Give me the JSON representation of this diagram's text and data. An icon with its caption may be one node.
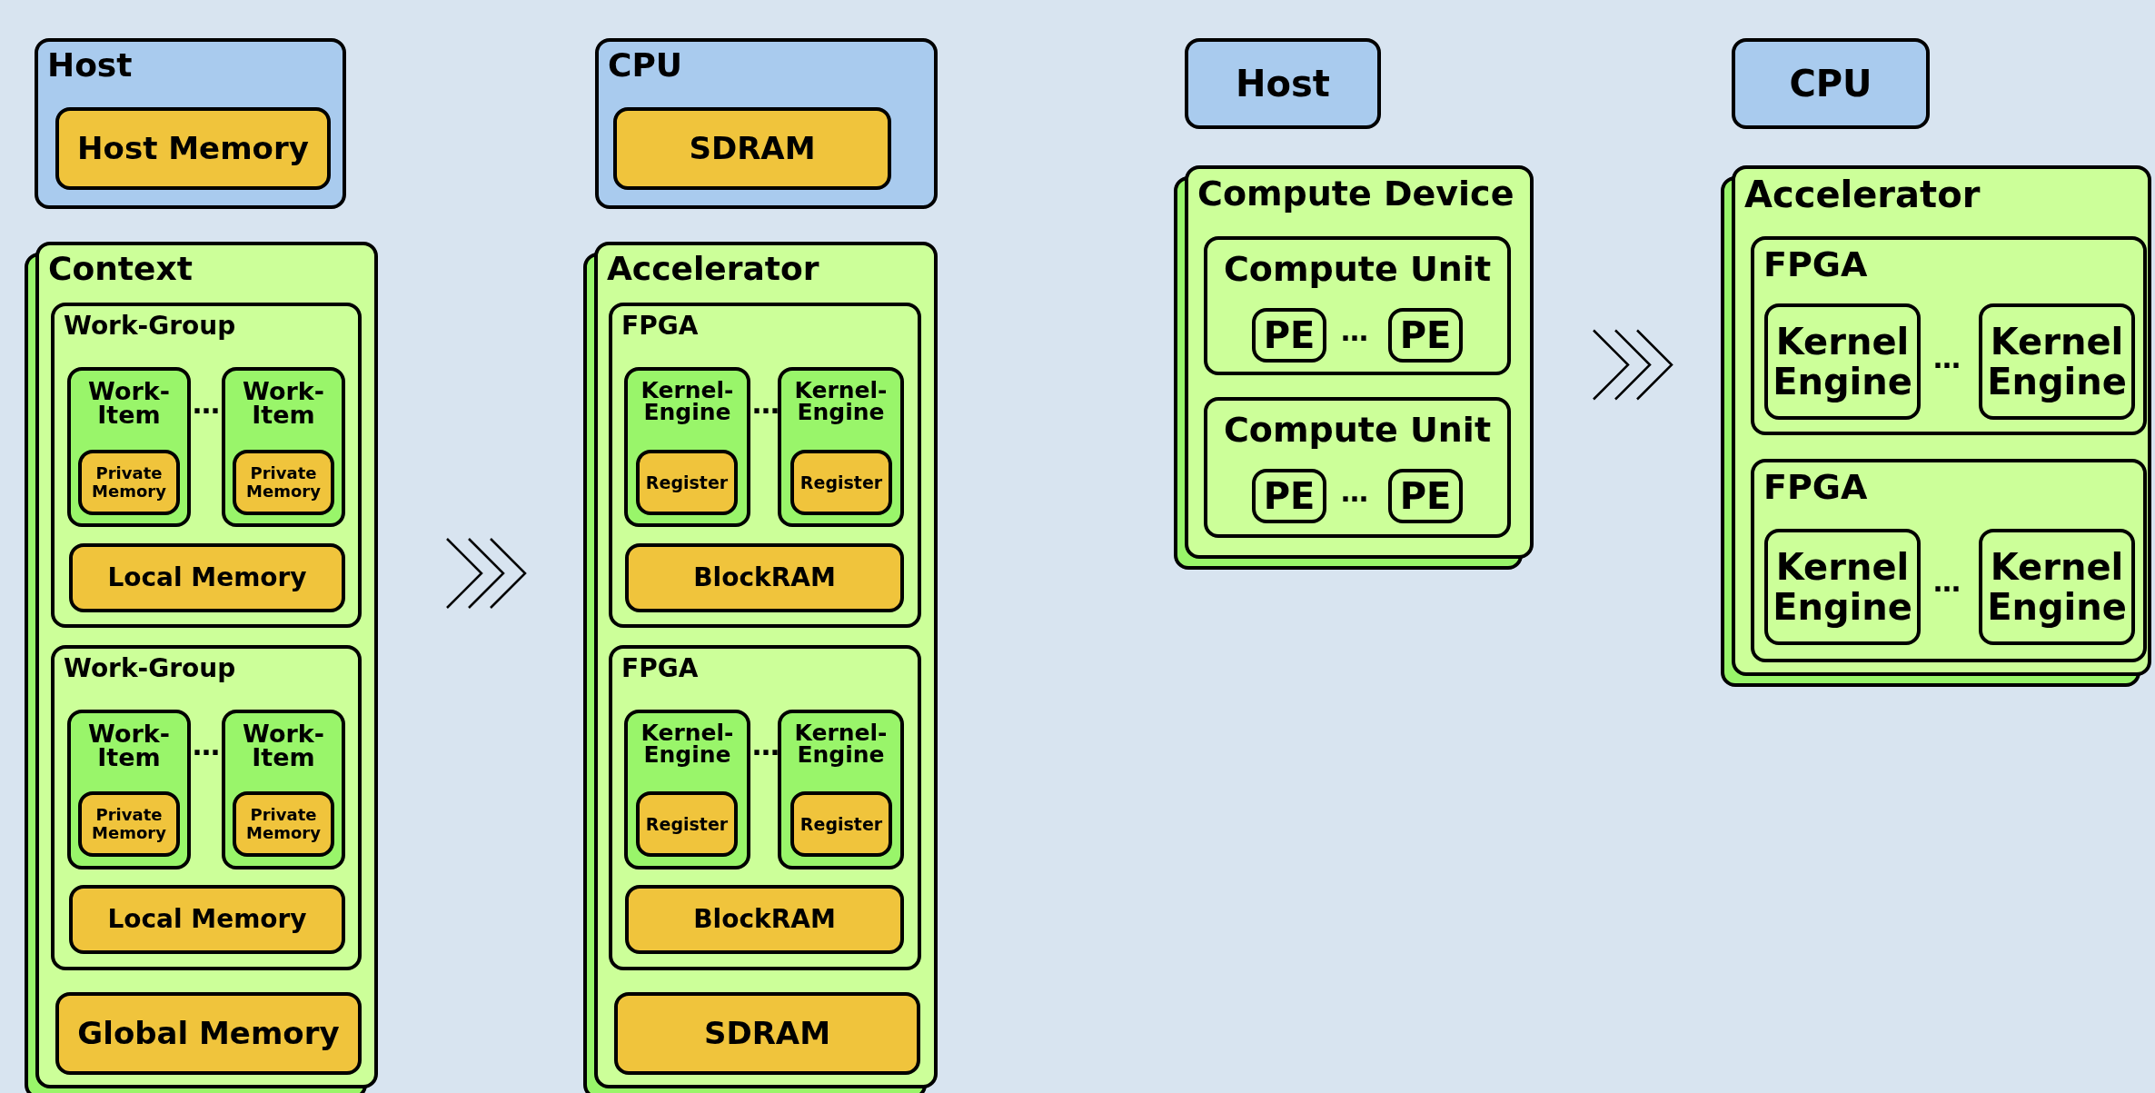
{
  "diagram": {
    "nodes": [
      {
        "text": [
          "Host"
        ]
      },
      {
        "text": [
          "Host Memory"
        ],
        "in": 0
      },
      {
        "text": [
          "Context"
        ]
      },
      {
        "text": [
          "Work-Group"
        ],
        "in": 2
      },
      {
        "text": [
          "Work-Item"
        ],
        "in": 3
      },
      {
        "text": [
          "Private Memory"
        ],
        "in": 4
      },
      {
        "text": [
          "Work-Item"
        ],
        "in": 3
      },
      {
        "text": [
          "Private Memory"
        ],
        "in": 6
      },
      {
        "text": [
          "Local Memory"
        ],
        "in": 3
      },
      {
        "text": [
          "Work-Group"
        ],
        "in": 2
      },
      {
        "text": [
          "Work-Item"
        ],
        "in": 9
      },
      {
        "text": [
          "Private Memory"
        ],
        "in": 10
      },
      {
        "text": [
          "Work-Item"
        ],
        "in": 9
      },
      {
        "text": [
          "Private Memory"
        ],
        "in": 12
      },
      {
        "text": [
          "Local Memory"
        ],
        "in": 9
      },
      {
        "text": [
          "Global Memory"
        ],
        "in": 2
      },
      {
        "text": [
          "CPU"
        ]
      },
      {
        "text": [
          "SDRAM"
        ],
        "in": 16
      },
      {
        "text": [
          "Accelerator"
        ]
      },
      {
        "text": [
          "FPGA"
        ],
        "in": 18
      },
      {
        "text": [
          "Kernel-Engine"
        ],
        "in": 19
      },
      {
        "text": [
          "Register"
        ],
        "in": 20
      },
      {
        "text": [
          "Kernel-Engine"
        ],
        "in": 19
      },
      {
        "text": [
          "Register"
        ],
        "in": 22
      },
      {
        "text": [
          "BlockRAM"
        ],
        "in": 19
      },
      {
        "text": [
          "FPGA"
        ],
        "in": 18
      },
      {
        "text": [
          "Kernel-Engine"
        ],
        "in": 25
      },
      {
        "text": [
          "Register"
        ],
        "in": 26
      },
      {
        "text": [
          "Kernel-Engine"
        ],
        "in": 25
      },
      {
        "text": [
          "Register"
        ],
        "in": 28
      },
      {
        "text": [
          "BlockRAM"
        ],
        "in": 25
      },
      {
        "text": [
          "SDRAM"
        ],
        "in": 18
      },
      {
        "text": [
          "Host"
        ]
      },
      {
        "text": [
          "Compute Device"
        ]
      },
      {
        "text": [
          "Compute Unit"
        ],
        "in": 33
      },
      {
        "text": [
          "PE"
        ],
        "in": 34
      },
      {
        "text": [
          "PE"
        ],
        "in": 34
      },
      {
        "text": [
          "Compute Unit"
        ],
        "in": 33
      },
      {
        "text": [
          "PE"
        ],
        "in": 37
      },
      {
        "text": [
          "PE"
        ],
        "in": 37
      },
      {
        "text": [
          "CPU"
        ]
      },
      {
        "text": [
          "Accelerator"
        ]
      },
      {
        "text": [
          "FPGA"
        ],
        "in": 41
      },
      {
        "text": [
          "Kernel Engine"
        ],
        "in": 42
      },
      {
        "text": [
          "Kernel Engine"
        ],
        "in": 42
      },
      {
        "text": [
          "FPGA"
        ],
        "in": 41
      },
      {
        "text": [
          "Kernel Engine"
        ],
        "in": 45
      },
      {
        "text": [
          "Kernel Engine"
        ],
        "in": 45
      }
    ],
    "edges": [
      {
        "from": 2,
        "to": 18,
        "arrow": "to"
      },
      {
        "from": 33,
        "to": 41,
        "arrow": "to"
      }
    ],
    "labels": [
      "…",
      "…",
      "…",
      "…",
      "…",
      "…",
      "…",
      "…"
    ]
  }
}
